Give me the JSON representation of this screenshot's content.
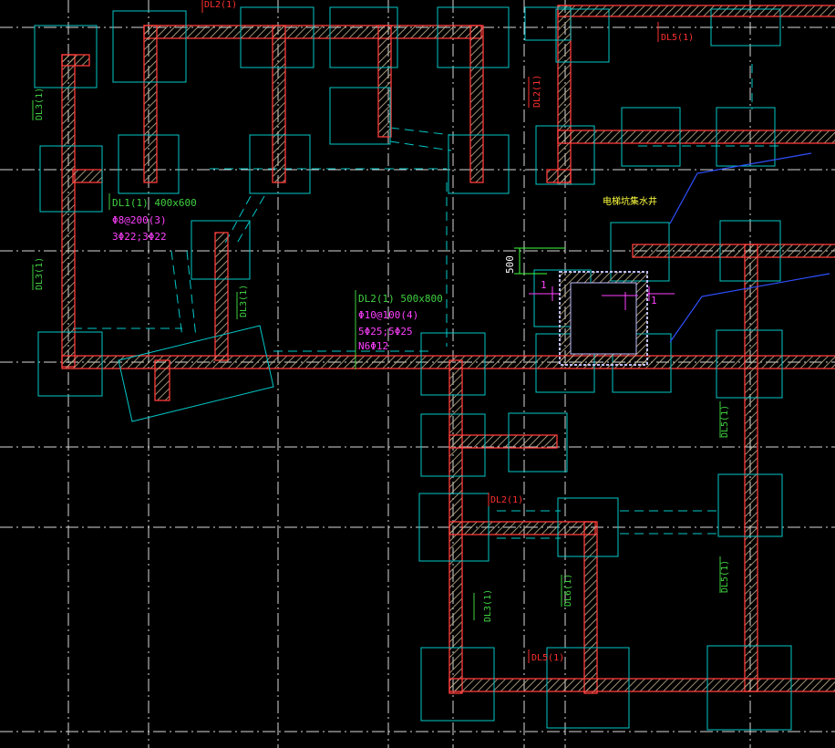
{
  "colors": {
    "background": "#000000",
    "axis": "#ffffff",
    "column": "#00c8c8",
    "beam_edge": "#ff3b3b",
    "hatch": "#c8b48c",
    "tag_green": "#40d040",
    "tag_red": "#ff3030",
    "detail_magenta": "#ff40ff",
    "dim_green": "#40ff40",
    "note_yellow": "#ffff40",
    "blue_line": "#3050ff",
    "pit": "#c0c0ff"
  },
  "labels": {
    "dl2_top": "DL2(1)",
    "dl5_top": "DL5(1)",
    "dl3_a": "DL3(1)",
    "dl3_b": "DL3(1)",
    "dl3_c": "DL3(1)",
    "dl3_d": "DL3(1)",
    "dl2_mid": "DL2(1)",
    "dl2_lower": "DL2(1)",
    "dl5_right_a": "DL5(1)",
    "dl5_right_b": "DL5(1)",
    "dl6": "DL6(1)",
    "dl5_bottom": "DL5(1)"
  },
  "callouts": {
    "dl1": {
      "name": "DL1(1) 400x600",
      "stirrups": "Φ8@200(3)",
      "rebar": "3Φ22;3Φ22"
    },
    "dl2": {
      "name": "DL2(1) 500x800",
      "stirrups": "Φ10@100(4)",
      "rebar": "5Φ25;5Φ25",
      "side": "N6Φ12"
    }
  },
  "notes": {
    "pit": "电梯坑集水井",
    "dimension": "500",
    "section_left": "1",
    "section_right": "1"
  }
}
